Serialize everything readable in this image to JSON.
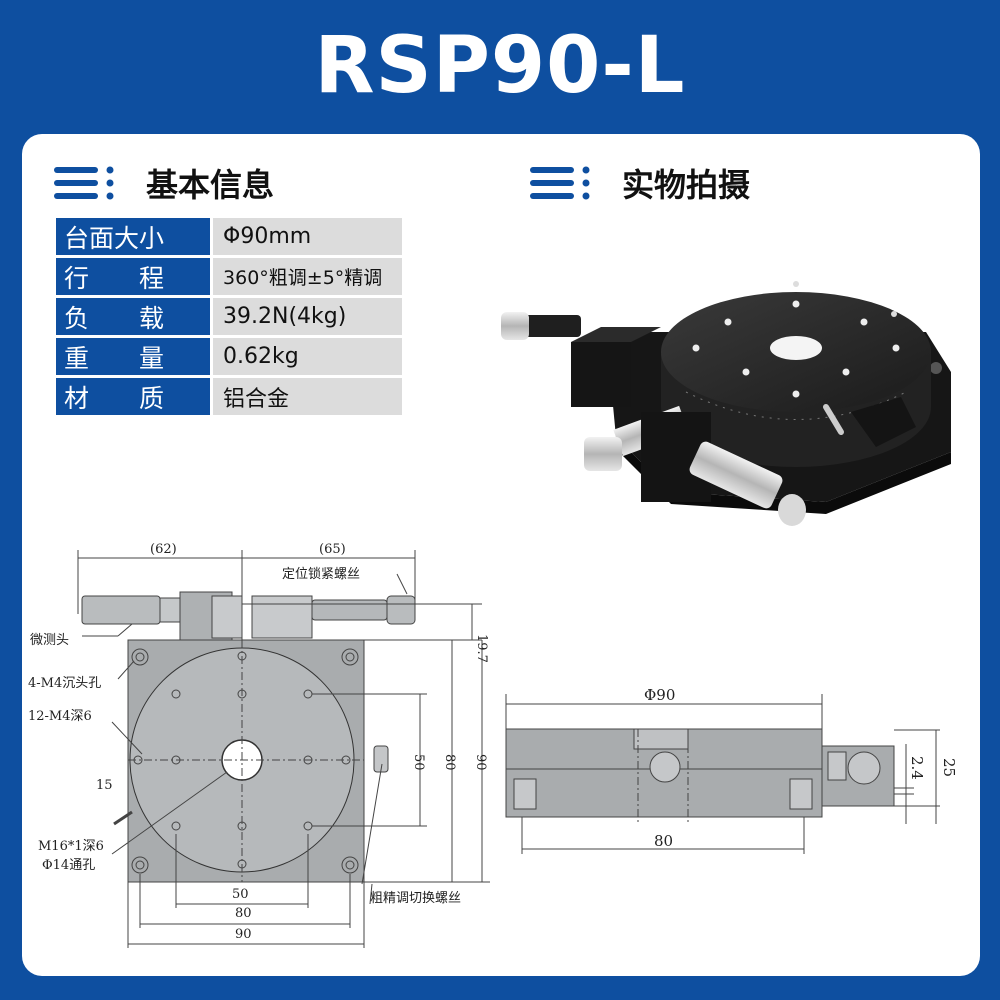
{
  "title": "RSP90-L",
  "sections": {
    "basic_info": "基本信息",
    "photo": "实物拍摄"
  },
  "specs": [
    {
      "key": "台面大小",
      "value": "Φ90mm"
    },
    {
      "key": "行　　程",
      "value": "360°粗调±5°精调"
    },
    {
      "key": "负　　载",
      "value": "39.2N(4kg)"
    },
    {
      "key": "重　　量",
      "value": "0.62kg"
    },
    {
      "key": "材　　质",
      "value": "铝合金"
    }
  ],
  "top_view": {
    "dim_left": "(62)",
    "dim_right": "(65)",
    "lock_screw": "定位锁紧螺丝",
    "micrometer": "微测头",
    "countersink": "4-M4沉头孔",
    "holes": "12-M4深6",
    "dim_15": "15",
    "center_hole_1": "M16*1深6",
    "center_hole_2": "Φ14通孔",
    "switch_screw": "粗精调切换螺丝",
    "dim_19_7": "19.7",
    "dim_50_v": "50",
    "dim_80_v": "80",
    "dim_90_v": "90",
    "dim_50_h": "50",
    "dim_80_h": "80",
    "dim_90_h": "90"
  },
  "side_view": {
    "dia": "Φ90",
    "dim_80": "80",
    "dim_2_4": "2.4",
    "dim_25": "25"
  },
  "colors": {
    "brand_blue": "#0e4fa0",
    "value_gray": "#dcdcdc",
    "drawing_gray": "#a9acae"
  }
}
